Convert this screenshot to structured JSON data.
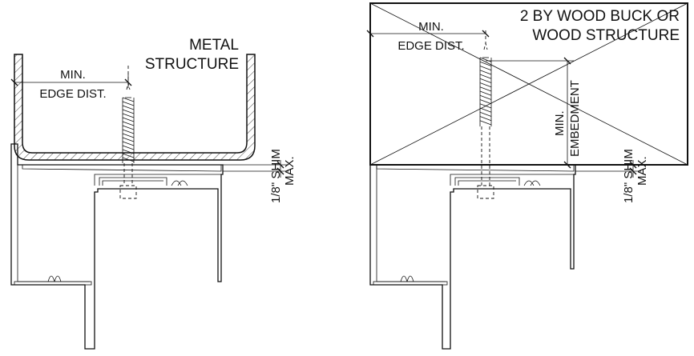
{
  "left_detail": {
    "structure_line1": "METAL",
    "structure_line2": "STRUCTURE",
    "edge_line1": "MIN.",
    "edge_line2": "EDGE DIST.",
    "shim_line1": "1/8\" SHIM",
    "shim_line2": "MAX."
  },
  "right_detail": {
    "structure_line1": "2 BY WOOD BUCK OR",
    "structure_line2": "WOOD STRUCTURE",
    "edge_line1": "MIN.",
    "edge_line2": "EDGE DIST.",
    "embed_line1": "MIN.",
    "embed_line2": "EMBEDMENT",
    "shim_line1": "1/8\" SHIM",
    "shim_line2": "MAX."
  }
}
